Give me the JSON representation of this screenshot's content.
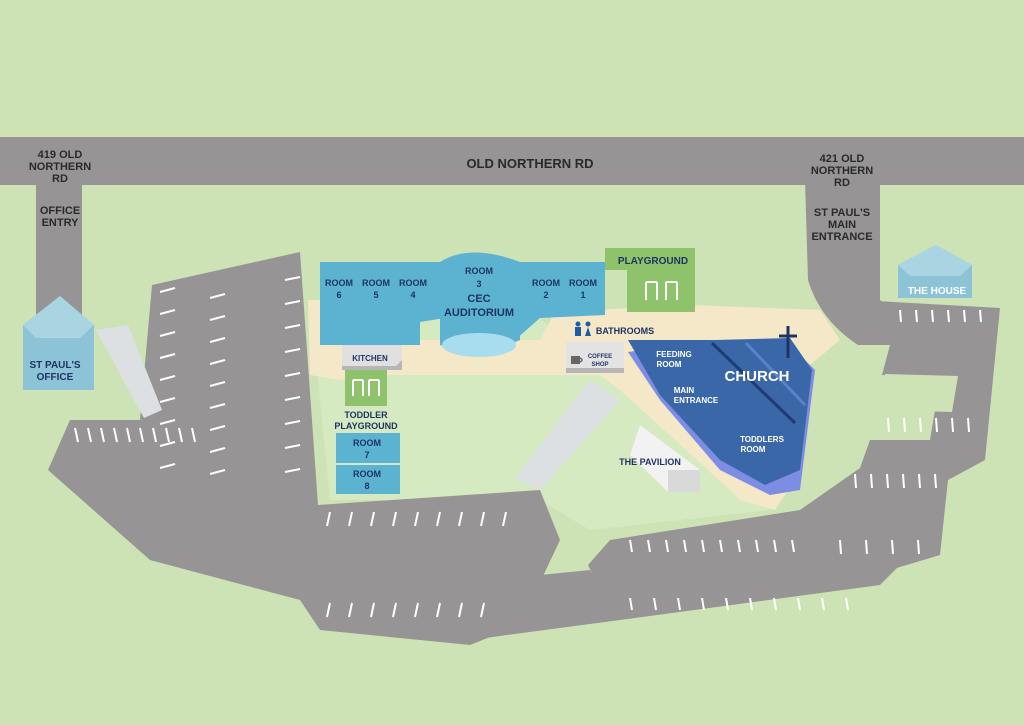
{
  "roads": {
    "main_road": "OLD NORTHERN RD",
    "left_address": [
      "419 OLD",
      "NORTHERN",
      "RD"
    ],
    "right_address": [
      "421 OLD",
      "NORTHERN",
      "RD"
    ],
    "office_entry": [
      "OFFICE",
      "ENTRY"
    ],
    "main_entrance": [
      "ST PAUL'S",
      "MAIN",
      "ENTRANCE"
    ]
  },
  "buildings": {
    "office": [
      "ST PAUL'S",
      "OFFICE"
    ],
    "house": "THE HOUSE",
    "rooms": {
      "room6": [
        "ROOM",
        "6"
      ],
      "room5": [
        "ROOM",
        "5"
      ],
      "room4": [
        "ROOM",
        "4"
      ],
      "room3": [
        "ROOM",
        "3"
      ],
      "room2": [
        "ROOM",
        "2"
      ],
      "room1": [
        "ROOM",
        "1"
      ],
      "room7": [
        "ROOM",
        "7"
      ],
      "room8": [
        "ROOM",
        "8"
      ]
    },
    "auditorium": [
      "CEC",
      "AUDITORIUM"
    ],
    "kitchen": "KITCHEN",
    "coffee_shop": [
      "COFFEE",
      "SHOP"
    ],
    "bathrooms": "BATHROOMS",
    "pavilion": "THE PAVILION",
    "church": "CHURCH",
    "feeding_room": [
      "FEEDING",
      "ROOM"
    ],
    "main_entrance": [
      "MAIN",
      "ENTRANCE"
    ],
    "toddlers_room": [
      "TODDLERS",
      "ROOM"
    ]
  },
  "play_areas": {
    "playground": "PLAYGROUND",
    "toddler_playground": [
      "TODDLER",
      "PLAYGROUND"
    ]
  },
  "colors": {
    "grass": "#cde3b6",
    "road": "#969494",
    "path": "#f4e8c8",
    "rooms": "#5cb3d1",
    "church": "#3a67a8",
    "playground": "#8fc36b",
    "office": "#8cc3d6"
  },
  "icons": [
    "swing-icon",
    "bathroom-icon",
    "coffee-cup-icon",
    "cross-icon"
  ]
}
